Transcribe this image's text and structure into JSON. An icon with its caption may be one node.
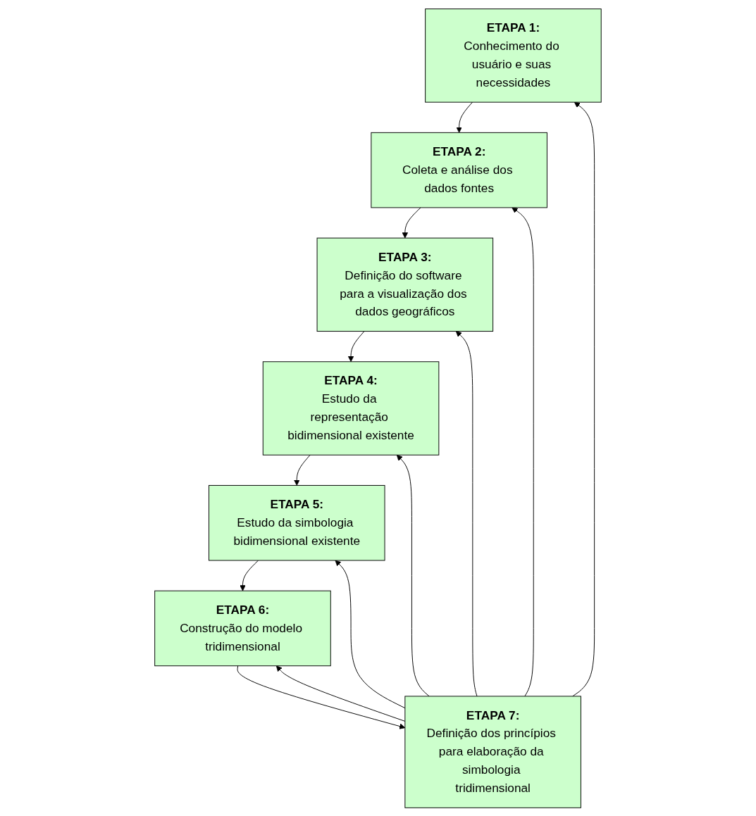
{
  "diagram": {
    "nodes": [
      {
        "text": [
          "ETAPA 1:",
          "Conhecimento do usuário e suas necessidades"
        ]
      },
      {
        "text": [
          "ETAPA 2:",
          "Coleta e análise dos dados fontes"
        ]
      },
      {
        "text": [
          "ETAPA 3:",
          "Definição do software para a visualização dos dados geográficos"
        ]
      },
      {
        "text": [
          "ETAPA 4:",
          "Estudo da representação bidimensional existente"
        ]
      },
      {
        "text": [
          "ETAPA 5:",
          "Estudo da simbologia bidimensional existente"
        ]
      },
      {
        "text": [
          "ETAPA 6:",
          "Construção do modelo tridimensional"
        ]
      },
      {
        "text": [
          "ETAPA 7:",
          "Definição dos princípios para elaboração da simbologia tridimensional"
        ]
      }
    ],
    "edges": [
      {
        "from": 0,
        "to": 1,
        "arrow": "to"
      },
      {
        "from": 1,
        "to": 2,
        "arrow": "to"
      },
      {
        "from": 2,
        "to": 3,
        "arrow": "to"
      },
      {
        "from": 3,
        "to": 4,
        "arrow": "to"
      },
      {
        "from": 4,
        "to": 5,
        "arrow": "to"
      },
      {
        "from": 5,
        "to": 6,
        "arrow": "to"
      },
      {
        "from": 6,
        "to": 0,
        "arrow": "to"
      },
      {
        "from": 6,
        "to": 1,
        "arrow": "to"
      },
      {
        "from": 6,
        "to": 2,
        "arrow": "to"
      },
      {
        "from": 6,
        "to": 3,
        "arrow": "to"
      },
      {
        "from": 6,
        "to": 4,
        "arrow": "to"
      },
      {
        "from": 6,
        "to": 5,
        "arrow": "to"
      }
    ]
  }
}
